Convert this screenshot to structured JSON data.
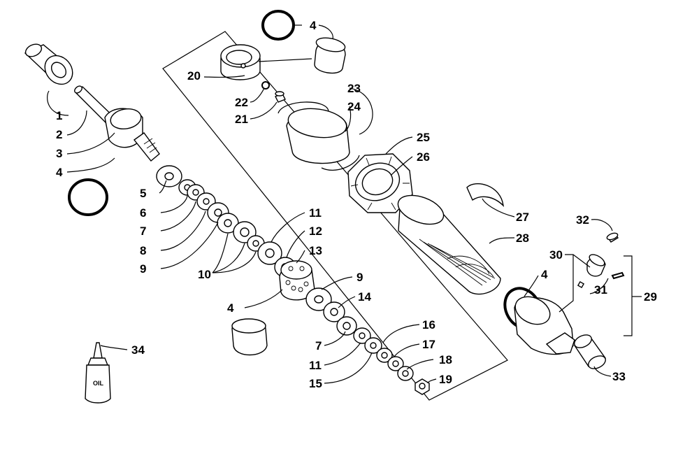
{
  "diagram": {
    "callouts": {
      "c1": "1",
      "c2": "2",
      "c3": "3",
      "c4a": "4",
      "c4b": "4",
      "c4c": "4",
      "c4d": "4",
      "c5": "5",
      "c6": "6",
      "c7a": "7",
      "c7b": "7",
      "c8": "8",
      "c9a": "9",
      "c9b": "9",
      "c10": "10",
      "c11a": "11",
      "c11b": "11",
      "c12": "12",
      "c13": "13",
      "c14": "14",
      "c15": "15",
      "c16": "16",
      "c17": "17",
      "c18": "18",
      "c19": "19",
      "c20": "20",
      "c21": "21",
      "c22": "22",
      "c23": "23",
      "c24": "24",
      "c25": "25",
      "c26": "26",
      "c27": "27",
      "c28": "28",
      "c29": "29",
      "c30": "30",
      "c31": "31",
      "c32": "32",
      "c33": "33",
      "c34": "34"
    },
    "bottle_text": "OIL"
  }
}
